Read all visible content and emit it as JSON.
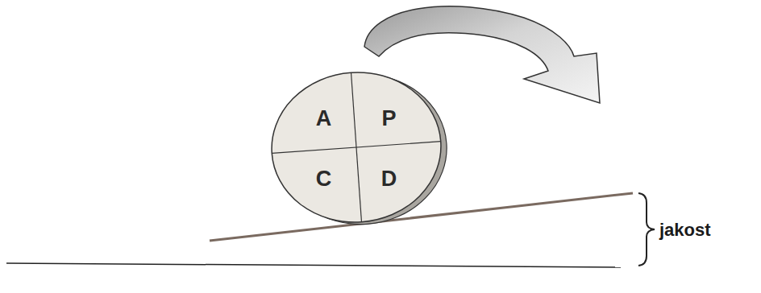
{
  "diagram": {
    "nodes": [
      {
        "text": [
          "A",
          "P",
          "C",
          "D"
        ]
      }
    ],
    "labels": [
      "jakost"
    ]
  }
}
